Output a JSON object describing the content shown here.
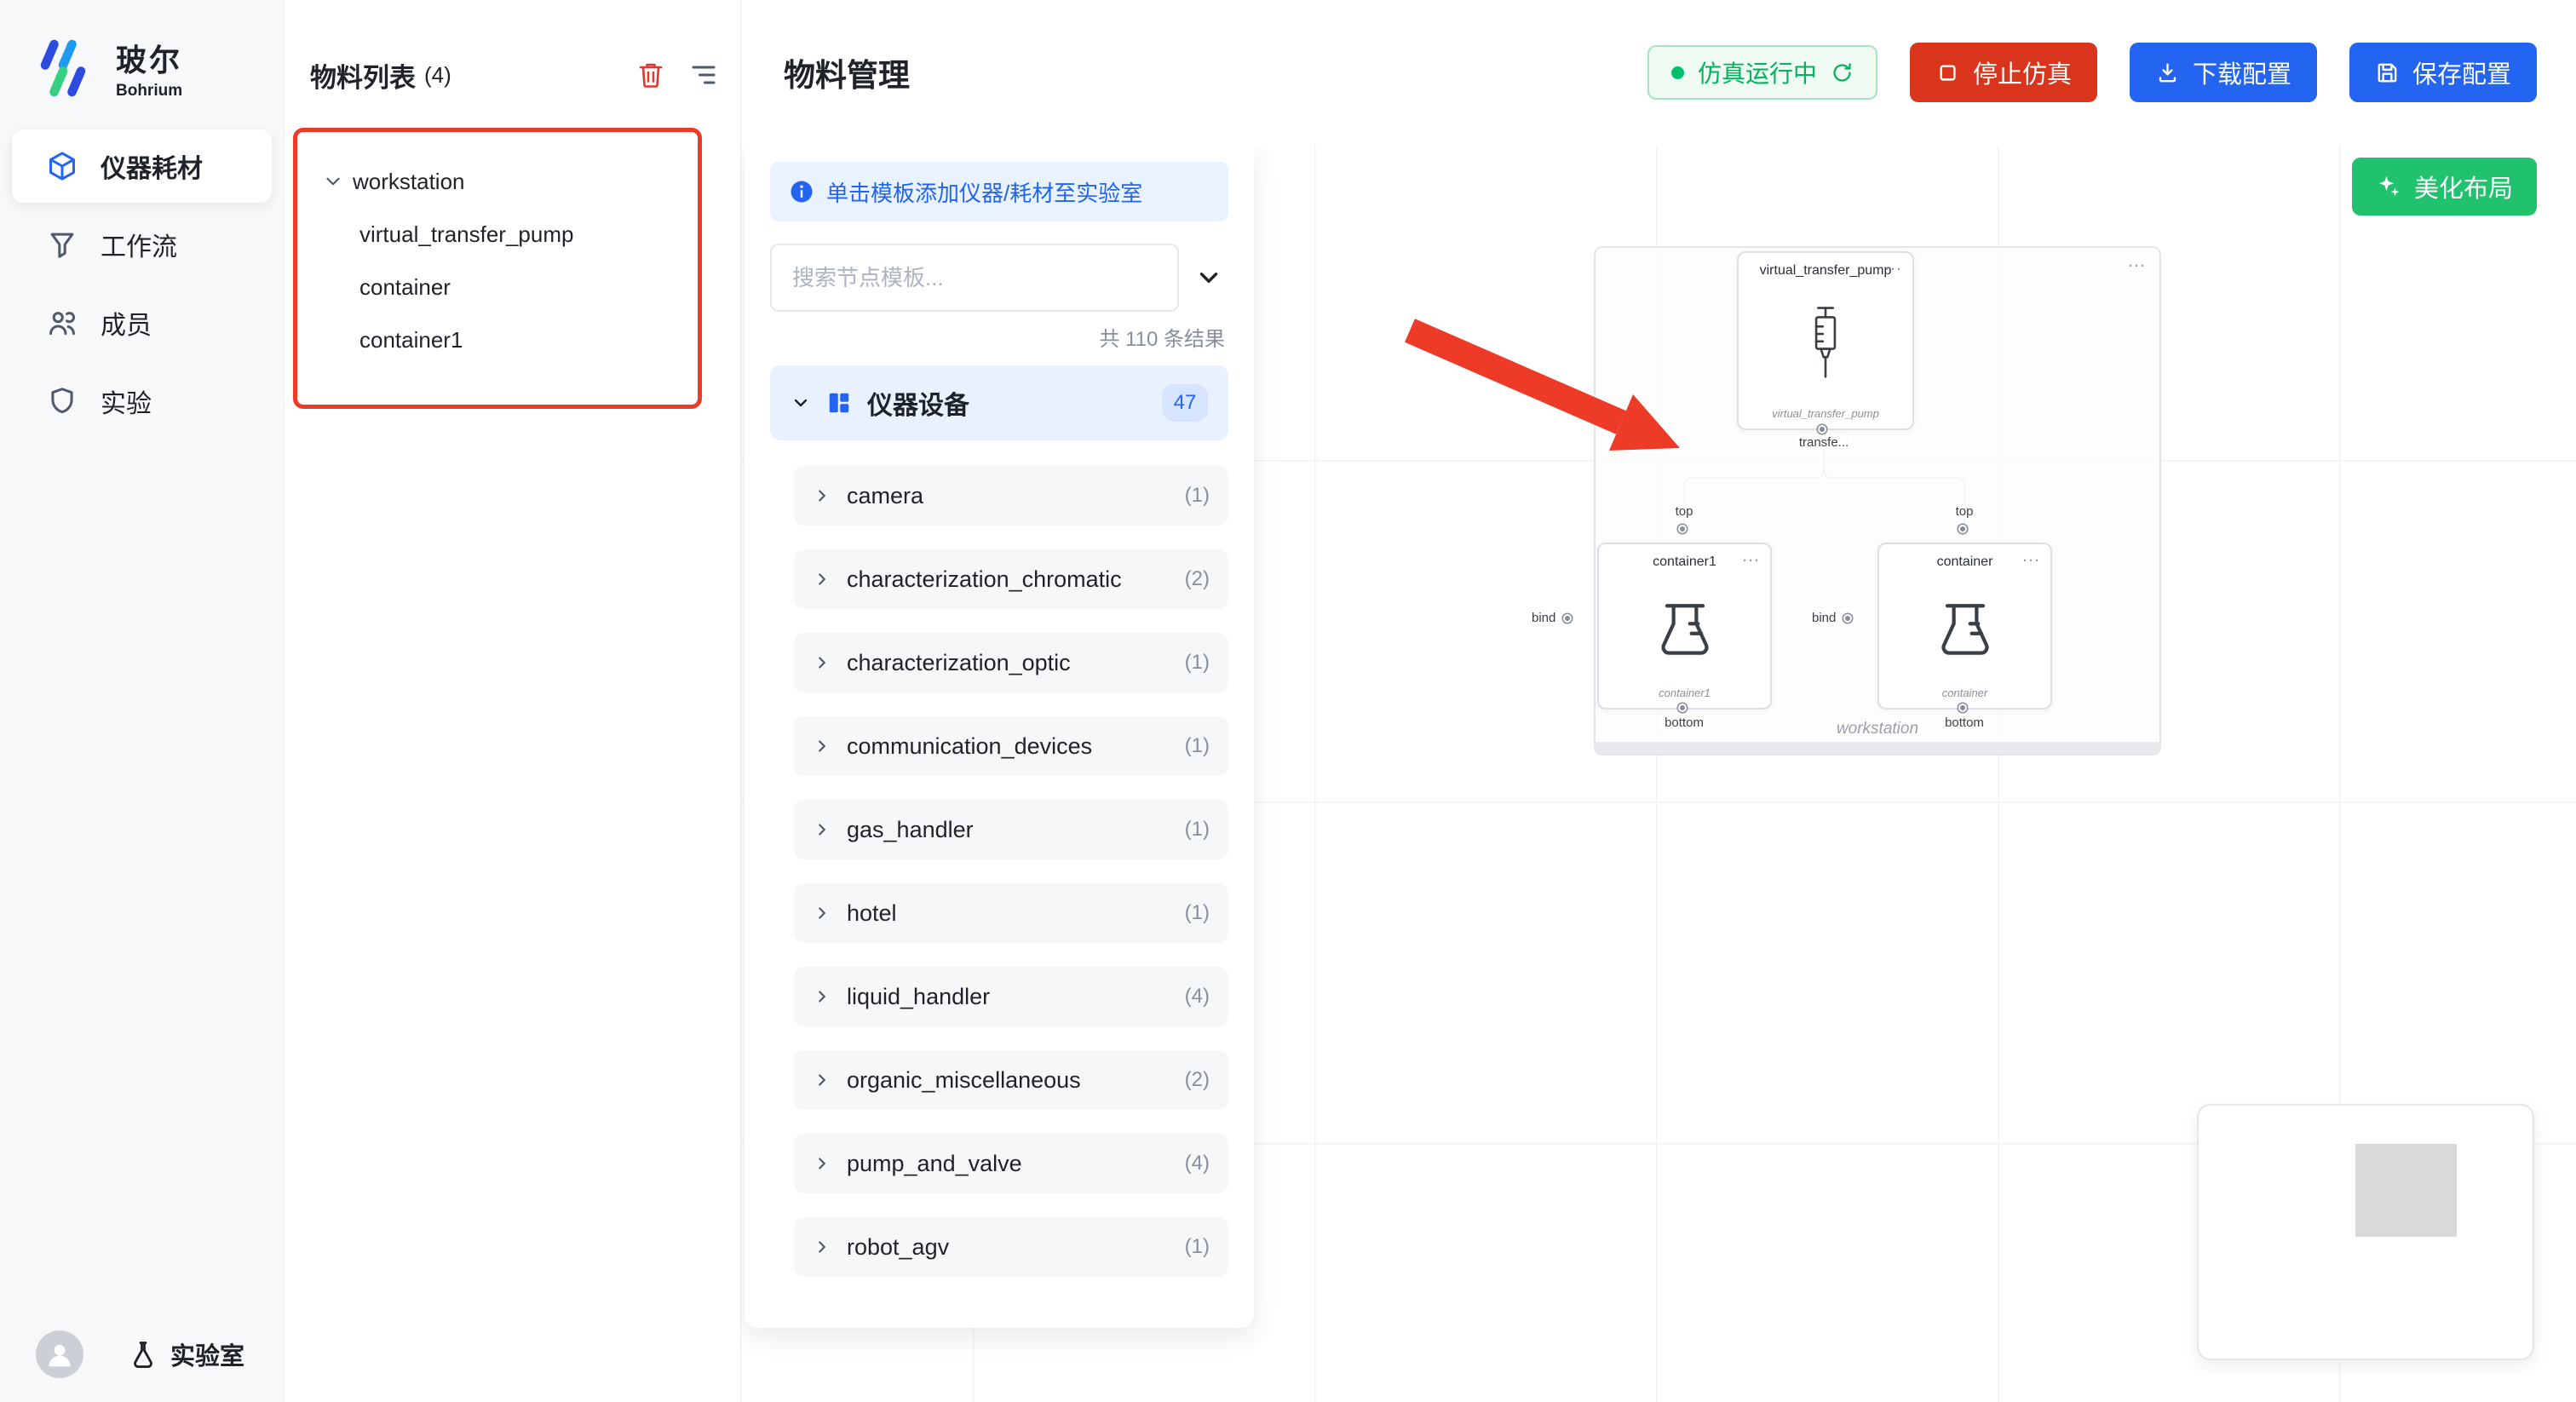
{
  "colors": {
    "primary_blue": "#2364f0",
    "success_green": "#00b25c",
    "danger_red": "#d9351c",
    "beautify_green": "#21c26d",
    "annotation_red": "#ee3b28"
  },
  "sidebar": {
    "logo_title": "玻尔",
    "logo_subtitle": "Bohrium",
    "items": [
      {
        "label": "仪器耗材"
      },
      {
        "label": "工作流"
      },
      {
        "label": "成员"
      },
      {
        "label": "实验"
      }
    ],
    "footer_label": "实验室"
  },
  "material_panel": {
    "title": "物料列表",
    "count": "(4)",
    "tree_root": "workstation",
    "tree_children": [
      {
        "label": "virtual_transfer_pump"
      },
      {
        "label": "container"
      },
      {
        "label": "container1"
      }
    ]
  },
  "header": {
    "title": "物料管理",
    "status_label": "仿真运行中",
    "stop_label": "停止仿真",
    "download_label": "下载配置",
    "save_label": "保存配置"
  },
  "template_panel": {
    "banner": "单击模板添加仪器/耗材至实验室",
    "search_placeholder": "搜索节点模板...",
    "results": "共 110 条结果",
    "category_label": "仪器设备",
    "category_count": "47",
    "items": [
      {
        "label": "camera",
        "count": "(1)"
      },
      {
        "label": "characterization_chromatic",
        "count": "(2)"
      },
      {
        "label": "characterization_optic",
        "count": "(1)"
      },
      {
        "label": "communication_devices",
        "count": "(1)"
      },
      {
        "label": "gas_handler",
        "count": "(1)"
      },
      {
        "label": "hotel",
        "count": "(1)"
      },
      {
        "label": "liquid_handler",
        "count": "(4)"
      },
      {
        "label": "organic_miscellaneous",
        "count": "(2)"
      },
      {
        "label": "pump_and_valve",
        "count": "(4)"
      },
      {
        "label": "robot_agv",
        "count": "(1)"
      }
    ]
  },
  "canvas": {
    "beautify_label": "美化布局",
    "menu_ellipsis": "…",
    "workstation_label": "workstation",
    "pump": {
      "title": "virtual_transfer_pump",
      "sublabel": "virtual_transfer_pump",
      "port_label": "transfe..."
    },
    "container_left": {
      "title": "container1",
      "sublabel": "container1"
    },
    "container_right": {
      "title": "container",
      "sublabel": "container"
    },
    "port_top": "top",
    "port_bottom": "bottom",
    "port_bind": "bind"
  }
}
